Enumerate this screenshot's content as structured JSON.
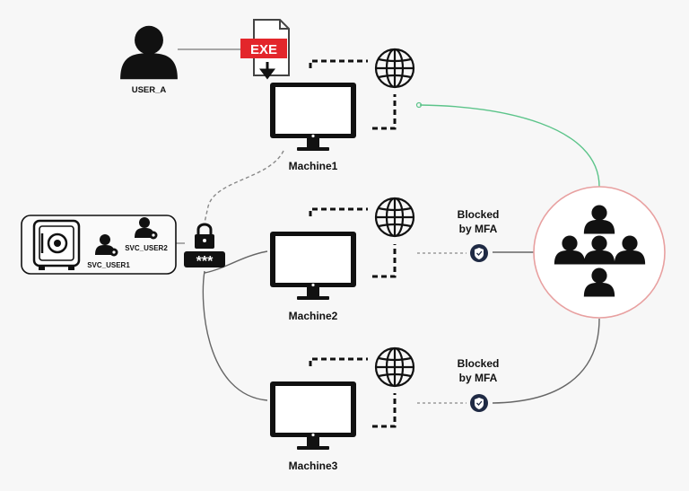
{
  "user": {
    "label": "USER_A",
    "icon": "person-icon"
  },
  "file": {
    "badge": "EXE",
    "icon": "exe-file-icon"
  },
  "machines": [
    {
      "label": "Machine1",
      "icon": "monitor-icon"
    },
    {
      "label": "Machine2",
      "icon": "monitor-icon"
    },
    {
      "label": "Machine3",
      "icon": "monitor-icon"
    }
  ],
  "vault": {
    "icon": "safe-icon",
    "service_accounts": [
      {
        "label": "SVC_USER1",
        "icon": "service-account-icon"
      },
      {
        "label": "SVC_USER2",
        "icon": "service-account-icon"
      }
    ]
  },
  "credential": {
    "text": "***",
    "icon": "padlock-icon"
  },
  "blocked": [
    {
      "line1": "Blocked",
      "line2": "by MFA",
      "icon": "mfa-shield-icon"
    },
    {
      "line1": "Blocked",
      "line2": "by MFA",
      "icon": "mfa-shield-icon"
    }
  ],
  "attackers": {
    "icon": "people-group-icon"
  },
  "colors": {
    "allowed_path": "#5cc48a",
    "group_circle": "#e8a0a0",
    "exe_red": "#e3262b",
    "shield_bg": "#1f2a44"
  }
}
